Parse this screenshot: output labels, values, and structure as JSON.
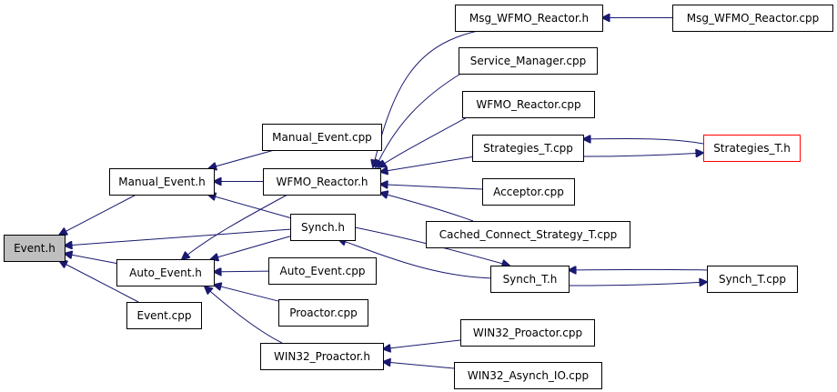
{
  "colors": {
    "edge": "#191970",
    "node_border": "#000000",
    "selected_fill": "#bfbfbf",
    "highlight_border": "#ff0000"
  },
  "nodes": [
    {
      "id": "event_h",
      "label": "Event.h",
      "style": "selected"
    },
    {
      "id": "manual_event_h",
      "label": "Manual_Event.h"
    },
    {
      "id": "auto_event_h",
      "label": "Auto_Event.h"
    },
    {
      "id": "event_cpp",
      "label": "Event.cpp"
    },
    {
      "id": "manual_event_cpp",
      "label": "Manual_Event.cpp"
    },
    {
      "id": "wfmo_reactor_h",
      "label": "WFMO_Reactor.h"
    },
    {
      "id": "synch_h",
      "label": "Synch.h"
    },
    {
      "id": "auto_event_cpp",
      "label": "Auto_Event.cpp"
    },
    {
      "id": "proactor_cpp",
      "label": "Proactor.cpp"
    },
    {
      "id": "win32_proactor_h",
      "label": "WIN32_Proactor.h"
    },
    {
      "id": "msg_wfmo_reactor_h",
      "label": "Msg_WFMO_Reactor.h"
    },
    {
      "id": "service_manager_cpp",
      "label": "Service_Manager.cpp"
    },
    {
      "id": "wfmo_reactor_cpp",
      "label": "WFMO_Reactor.cpp"
    },
    {
      "id": "strategies_t_cpp",
      "label": "Strategies_T.cpp"
    },
    {
      "id": "acceptor_cpp",
      "label": "Acceptor.cpp"
    },
    {
      "id": "cached_connect",
      "label": "Cached_Connect_Strategy_T.cpp"
    },
    {
      "id": "synch_t_h",
      "label": "Synch_T.h"
    },
    {
      "id": "win32_proactor_cpp",
      "label": "WIN32_Proactor.cpp"
    },
    {
      "id": "win32_asynch_io_cpp",
      "label": "WIN32_Asynch_IO.cpp"
    },
    {
      "id": "msg_wfmo_reactor_cpp",
      "label": "Msg_WFMO_Reactor.cpp"
    },
    {
      "id": "strategies_t_h",
      "label": "Strategies_T.h",
      "style": "highlight"
    },
    {
      "id": "synch_t_cpp",
      "label": "Synch_T.cpp"
    }
  ],
  "edges": [
    {
      "from": "manual_event_h",
      "to": "event_h"
    },
    {
      "from": "synch_h",
      "to": "event_h"
    },
    {
      "from": "auto_event_h",
      "to": "event_h"
    },
    {
      "from": "event_cpp",
      "to": "event_h"
    },
    {
      "from": "manual_event_cpp",
      "to": "manual_event_h"
    },
    {
      "from": "wfmo_reactor_h",
      "to": "manual_event_h"
    },
    {
      "from": "synch_h",
      "to": "manual_event_h"
    },
    {
      "from": "wfmo_reactor_h",
      "to": "auto_event_h"
    },
    {
      "from": "synch_h",
      "to": "auto_event_h"
    },
    {
      "from": "auto_event_cpp",
      "to": "auto_event_h"
    },
    {
      "from": "proactor_cpp",
      "to": "auto_event_h"
    },
    {
      "from": "win32_proactor_h",
      "to": "auto_event_h"
    },
    {
      "from": "msg_wfmo_reactor_h",
      "to": "wfmo_reactor_h"
    },
    {
      "from": "service_manager_cpp",
      "to": "wfmo_reactor_h"
    },
    {
      "from": "wfmo_reactor_cpp",
      "to": "wfmo_reactor_h"
    },
    {
      "from": "strategies_t_cpp",
      "to": "wfmo_reactor_h"
    },
    {
      "from": "acceptor_cpp",
      "to": "wfmo_reactor_h"
    },
    {
      "from": "cached_connect",
      "to": "wfmo_reactor_h"
    },
    {
      "from": "msg_wfmo_reactor_cpp",
      "to": "msg_wfmo_reactor_h"
    },
    {
      "from": "strategies_t_h",
      "to": "strategies_t_cpp"
    },
    {
      "from": "strategies_t_cpp",
      "to": "strategies_t_h"
    },
    {
      "from": "synch_t_h",
      "to": "synch_h"
    },
    {
      "from": "synch_h",
      "to": "synch_t_h"
    },
    {
      "from": "synch_t_cpp",
      "to": "synch_t_h"
    },
    {
      "from": "synch_t_h",
      "to": "synch_t_cpp"
    },
    {
      "from": "win32_proactor_cpp",
      "to": "win32_proactor_h"
    },
    {
      "from": "win32_asynch_io_cpp",
      "to": "win32_proactor_h"
    }
  ]
}
